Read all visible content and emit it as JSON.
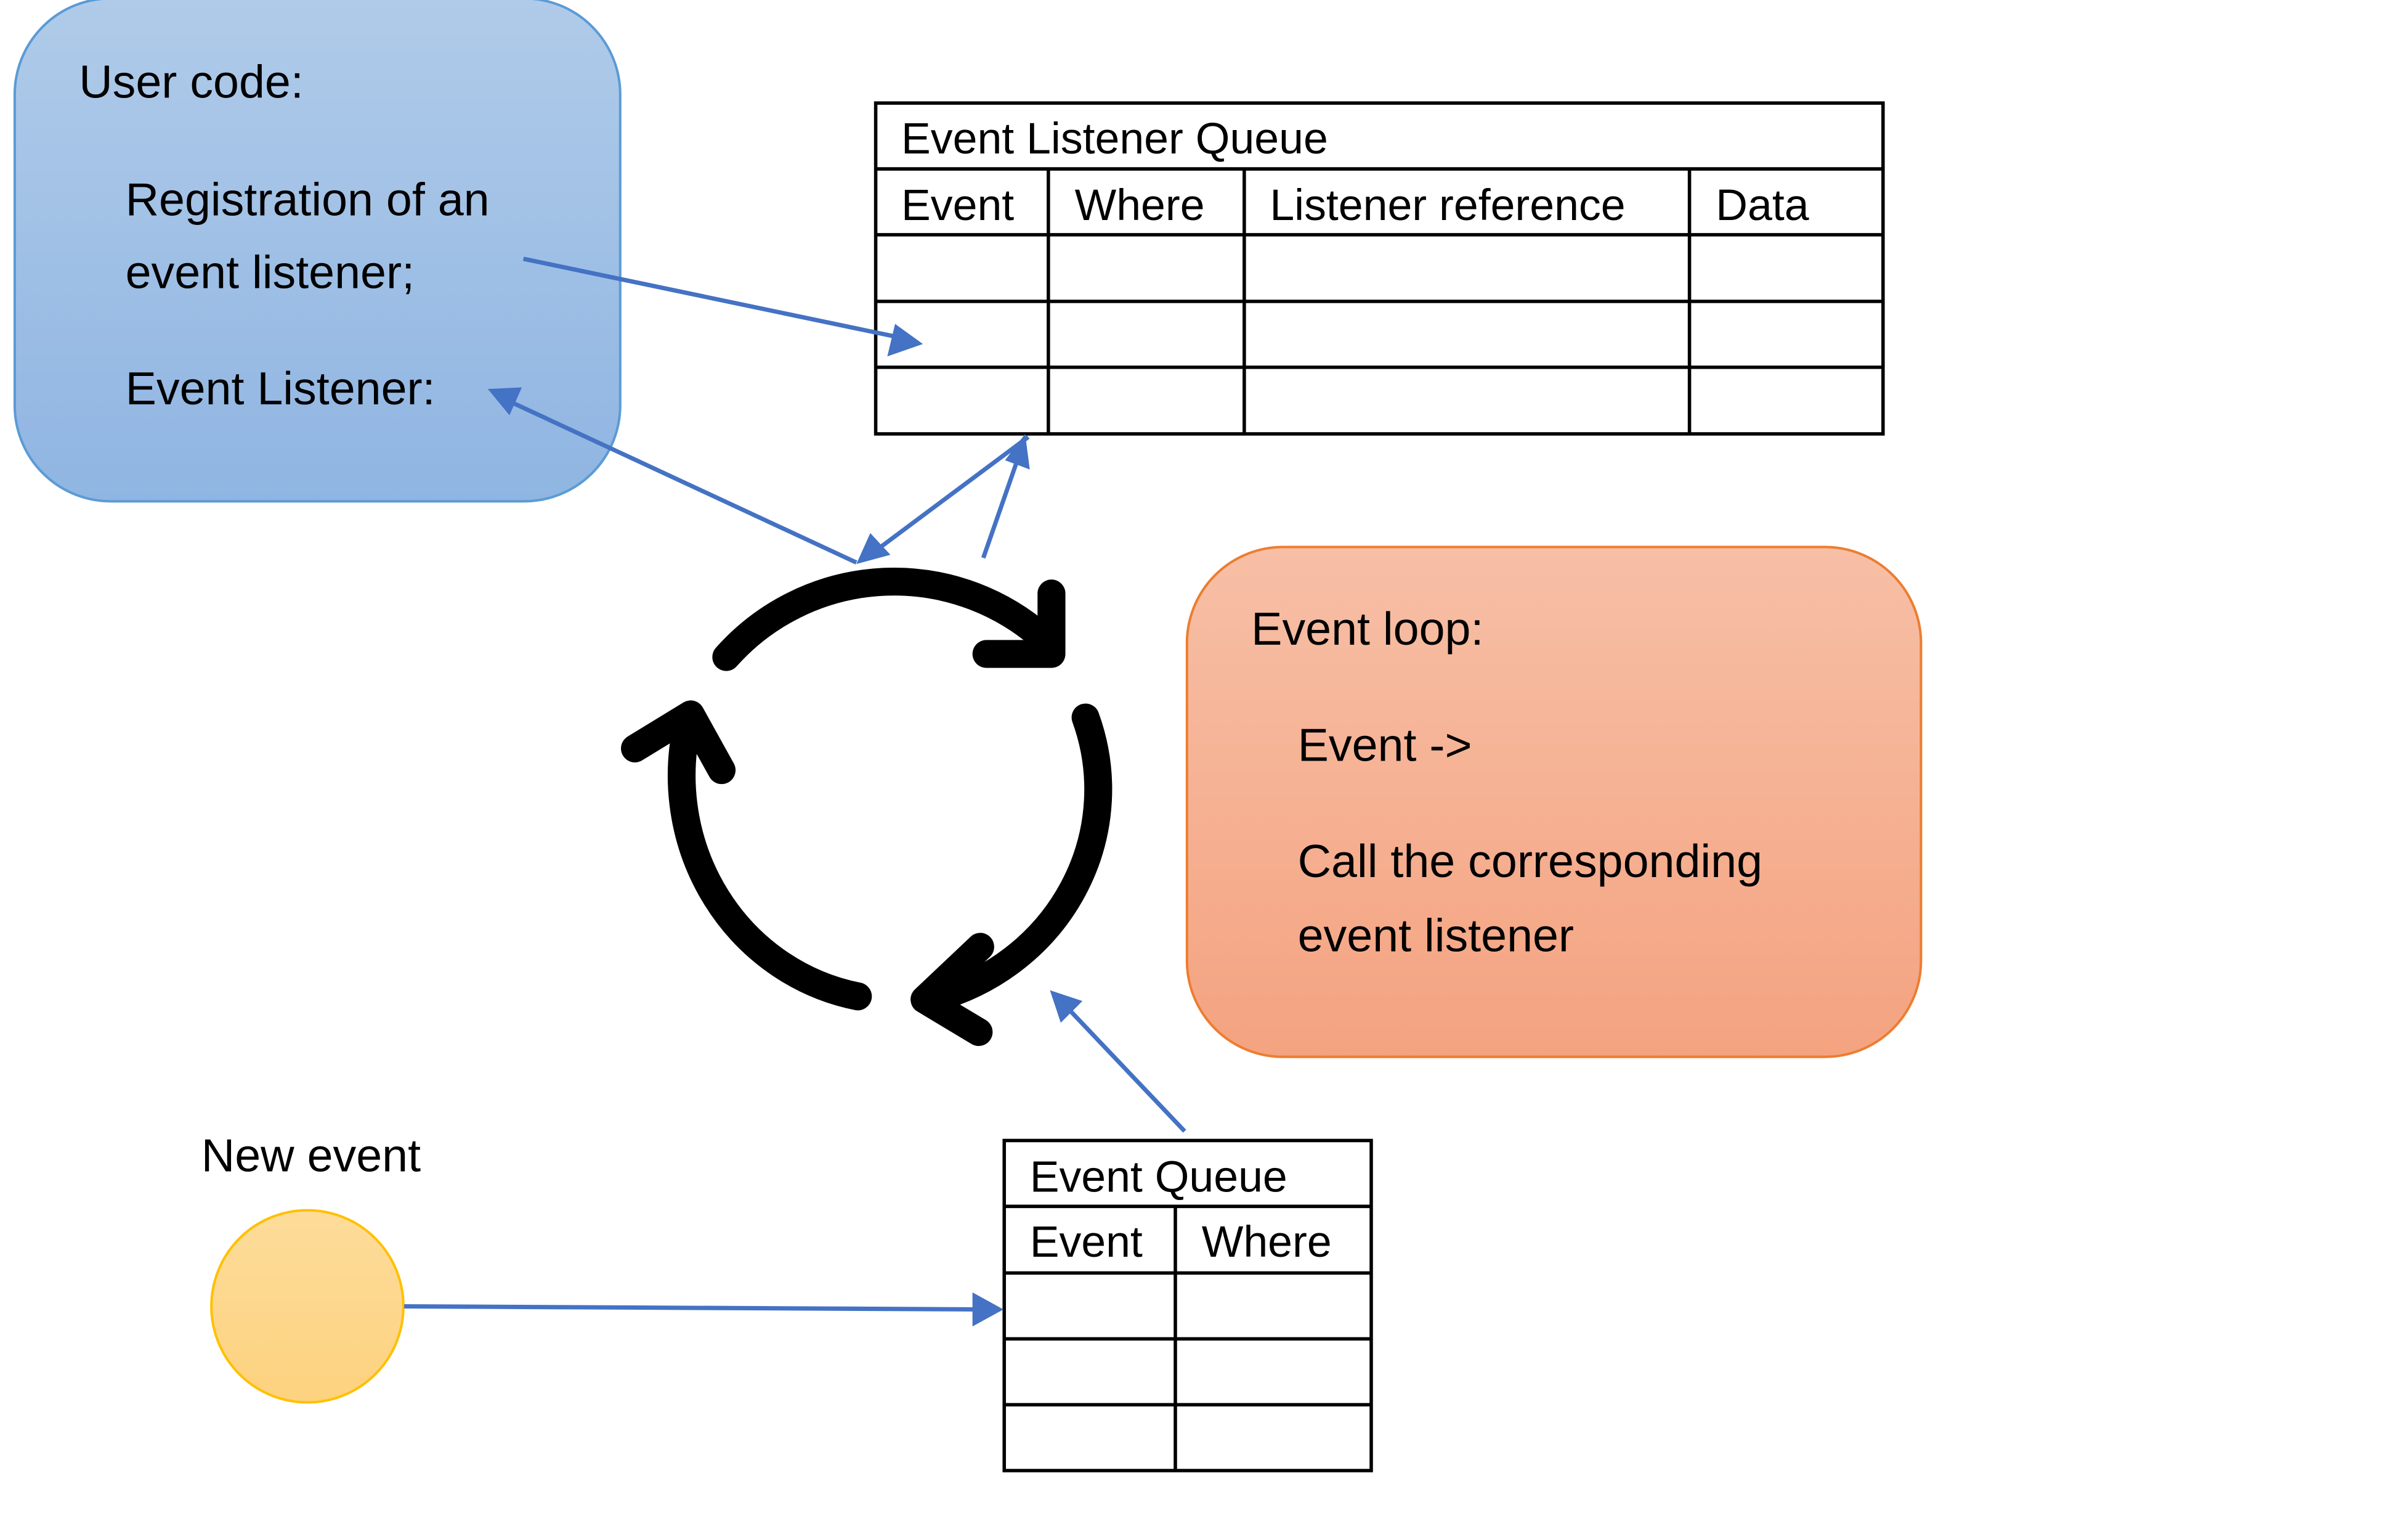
{
  "user_code_box": {
    "title": "User code:",
    "lines": [
      "Registration of an",
      "event listener;",
      "Event Listener:"
    ],
    "fill_top": "#B0CBE9",
    "fill_bottom": "#8FB5E2",
    "border": "#5B9BD5"
  },
  "event_listener_queue": {
    "title": "Event Listener Queue",
    "columns": [
      "Event",
      "Where",
      "Listener reference",
      "Data"
    ],
    "rows": [
      [
        "",
        "",
        "",
        ""
      ],
      [
        "",
        "",
        "",
        ""
      ],
      [
        "",
        "",
        "",
        ""
      ]
    ]
  },
  "event_loop_box": {
    "title": "Event loop:",
    "lines": [
      "Event ->",
      "Call the corresponding",
      "event listener"
    ],
    "fill_top": "#F7BFA6",
    "fill_bottom": "#F4A380",
    "border": "#ED7D31"
  },
  "event_queue": {
    "title": "Event Queue",
    "columns": [
      "Event",
      "Where"
    ],
    "rows": [
      [
        "",
        ""
      ],
      [
        "",
        ""
      ],
      [
        "",
        ""
      ]
    ]
  },
  "new_event": {
    "label": "New event",
    "fill_top": "#FDDC9A",
    "fill_bottom": "#FDD27F",
    "border": "#FFC000"
  },
  "cycle_icon": {
    "name": "event-loop-cycle-icon"
  },
  "connector_color": "#4472C4"
}
